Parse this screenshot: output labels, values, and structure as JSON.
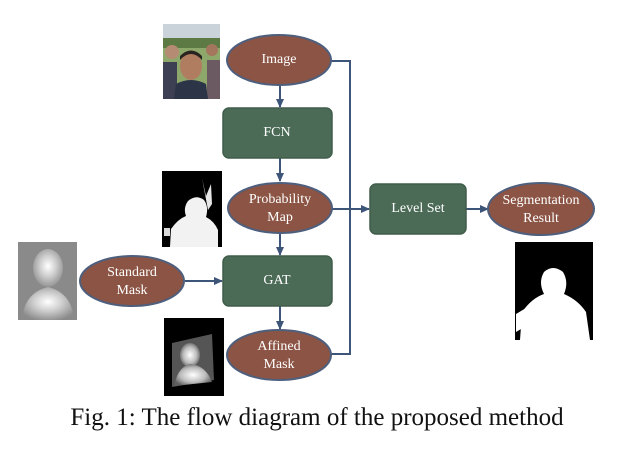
{
  "colors": {
    "ellipse_fill": "#8B5444",
    "ellipse_stroke": "#4e5f7e",
    "rect_fill": "#4B6B57",
    "rect_stroke": "#3f5d4a",
    "arrow": "#3e557a"
  },
  "nodes": {
    "image": "Image",
    "fcn": "FCN",
    "prob_line1": "Probability",
    "prob_line2": "Map",
    "std_line1": "Standard",
    "std_line2": "Mask",
    "gat": "GAT",
    "aff_line1": "Affined",
    "aff_line2": "Mask",
    "levelset": "Level Set",
    "seg_line1": "Segmentation",
    "seg_line2": "Result"
  },
  "caption": "Fig. 1: The flow diagram of the proposed method"
}
